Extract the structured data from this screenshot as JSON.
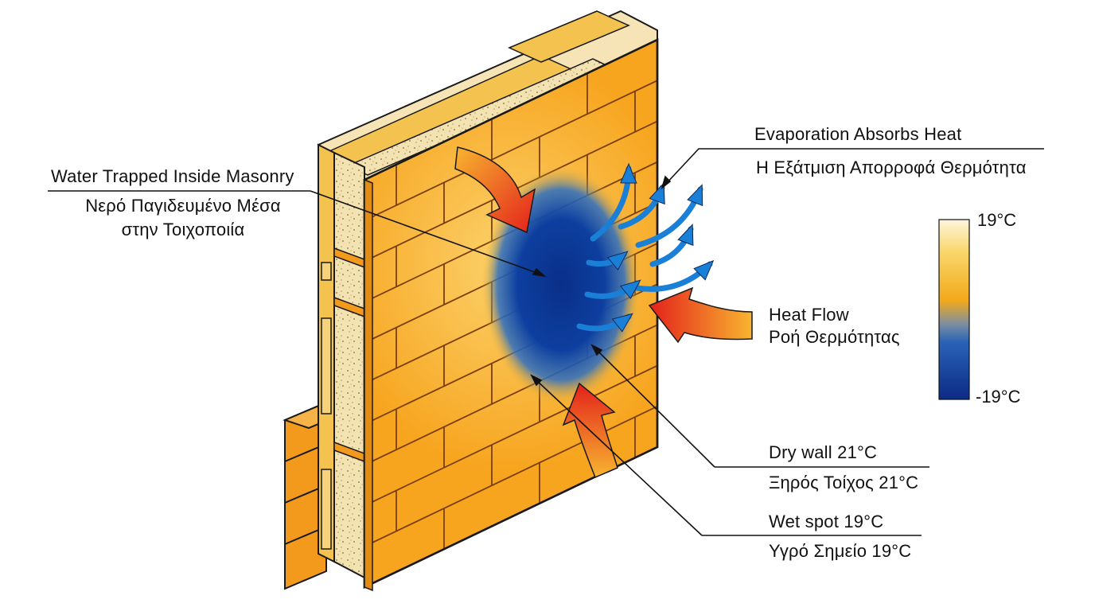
{
  "labels": {
    "water_trapped_en": "Water Trapped Inside Masonry",
    "water_trapped_el_1": "Νερό Παγιδευμένο Μέσα",
    "water_trapped_el_2": "στην Τοιχοποιία",
    "evaporation_en": "Evaporation Absorbs Heat",
    "evaporation_el": "Η Εξάτμιση Απορροφά Θερμότητα",
    "heat_flow_en": "Heat Flow",
    "heat_flow_el": "Ροή Θερμότητας",
    "dry_wall_en": "Dry wall 21°C",
    "dry_wall_el": "Ξηρός Τοίχος 21°C",
    "wet_spot_en": "Wet spot 19°C",
    "wet_spot_el": "Υγρό Σημείο 19°C"
  },
  "temperature_scale": {
    "max_label": "19°C",
    "min_label": "-19°C",
    "colors": [
      "#fdf6dc",
      "#f7c742",
      "#f3a91a",
      "#1f5fb6",
      "#0d2a8a"
    ]
  },
  "colors": {
    "brick_face": "#f7a51f",
    "brick_mortar": "#c56a12",
    "insulation": "#f3e2b2",
    "wet_spot": "#0b3c9a",
    "heat_arrow_start": "#f7b232",
    "heat_arrow_end": "#e2231a",
    "evaporation_arrow": "#1a7fd6"
  }
}
